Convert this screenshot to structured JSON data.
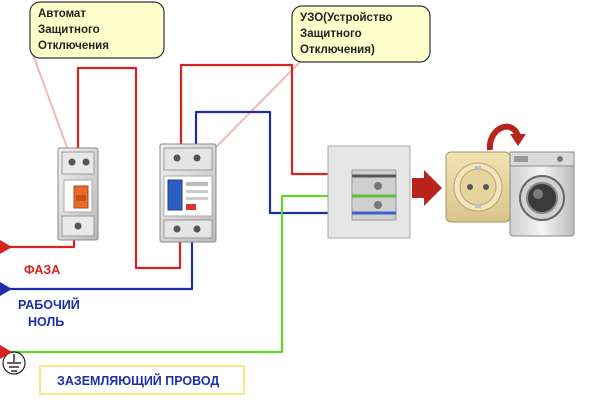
{
  "callouts": {
    "breaker": [
      "Автомат",
      "Защитного",
      "Отключения"
    ],
    "rcd": [
      "УЗО(Устройство",
      "Защитного",
      "Отключения)"
    ]
  },
  "labels": {
    "phase": "ФАЗА",
    "neutral": [
      "РАБОЧИЙ",
      "НОЛЬ"
    ],
    "ground": "ЗАЗЕМЛЯЮЩИЙ ПРОВОД"
  },
  "colors": {
    "phase": "#d8231f",
    "neutral": "#1c2fa8",
    "ground": "#63d42c",
    "callout_fill": "#ffffcc",
    "ground_label_border": "#e8e85a",
    "label_text_phase": "#d8231f",
    "label_text_neutral": "#1c2fa8",
    "label_text_ground": "#1c2fa8",
    "arrow": "#b8241c"
  },
  "icons": [
    "ground-symbol-icon",
    "plug-icon",
    "washing-machine-icon",
    "curved-arrow-icon"
  ]
}
